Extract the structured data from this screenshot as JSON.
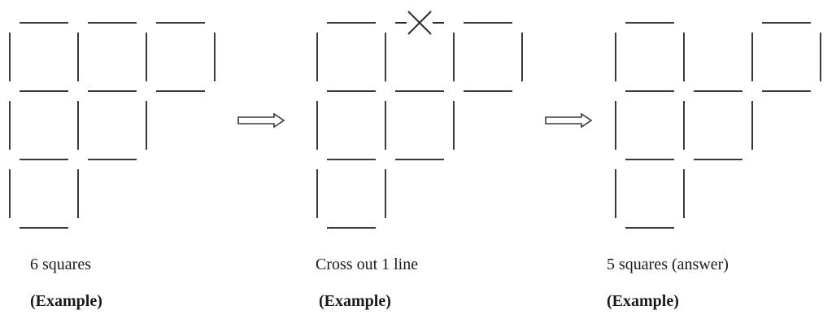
{
  "panels": [
    {
      "id": "initial-figure",
      "caption": "6 squares",
      "tag": "(Example)",
      "squares": [
        [
          0,
          0
        ],
        [
          1,
          0
        ],
        [
          2,
          0
        ],
        [
          0,
          1
        ],
        [
          1,
          1
        ],
        [
          0,
          2
        ]
      ],
      "removed_line": null
    },
    {
      "id": "crossed-figure",
      "caption": "Cross out 1 line",
      "tag": "(Example)",
      "squares": [
        [
          0,
          0
        ],
        [
          1,
          0
        ],
        [
          2,
          0
        ],
        [
          0,
          1
        ],
        [
          1,
          1
        ],
        [
          0,
          2
        ]
      ],
      "removed_line": null,
      "crossed_line": {
        "orientation": "horizontal",
        "col": 1,
        "row": 0
      }
    },
    {
      "id": "result-figure",
      "caption": "5 squares (answer)",
      "tag": "(Example)",
      "squares": [
        [
          0,
          0
        ],
        [
          1,
          0
        ],
        [
          2,
          0
        ],
        [
          0,
          1
        ],
        [
          1,
          1
        ],
        [
          0,
          2
        ]
      ],
      "removed_line": {
        "orientation": "horizontal",
        "col": 1,
        "row": 0
      }
    }
  ],
  "arrows": [
    {
      "id": "arrow-1",
      "direction": "right"
    },
    {
      "id": "arrow-2",
      "direction": "right"
    }
  ],
  "colors": {
    "stroke": "#3a3a3a",
    "background": "#ffffff"
  }
}
